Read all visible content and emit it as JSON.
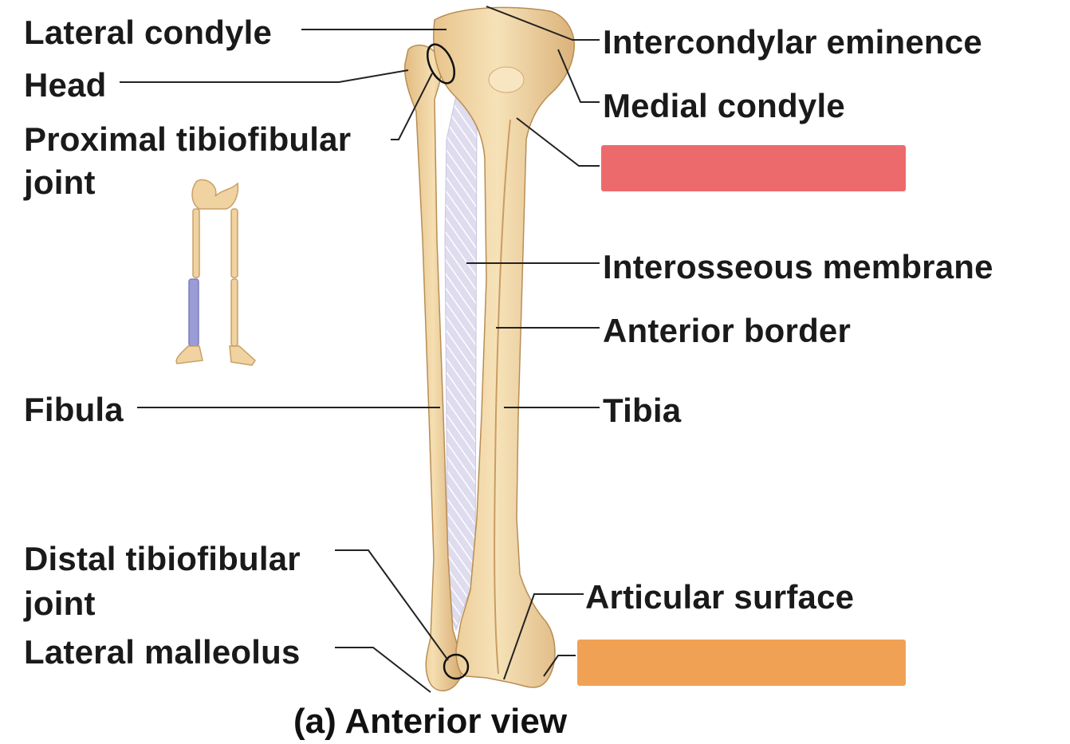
{
  "labels": {
    "lateral_condyle": "Lateral condyle",
    "head": "Head",
    "proximal_joint_line1": "Proximal tibiofibular",
    "proximal_joint_line2": "joint",
    "fibula": "Fibula",
    "distal_joint_line1": "Distal tibiofibular",
    "distal_joint_line2": "joint",
    "lateral_malleolus": "Lateral malleolus",
    "intercondylar_eminence": "Intercondylar eminence",
    "medial_condyle": "Medial condyle",
    "interosseous_membrane": "Interosseous membrane",
    "anterior_border": "Anterior border",
    "tibia": "Tibia",
    "articular_surface": "Articular surface"
  },
  "caption": "(a) Anterior view",
  "colors": {
    "bone": "#f0d6a4",
    "bone_shadow": "#d9b27a",
    "membrane": "#dcdcef",
    "highlight": "#9b9bd6",
    "blank_red": "#ec6a6c",
    "blank_orange": "#f0a154",
    "leader": "#222222"
  }
}
